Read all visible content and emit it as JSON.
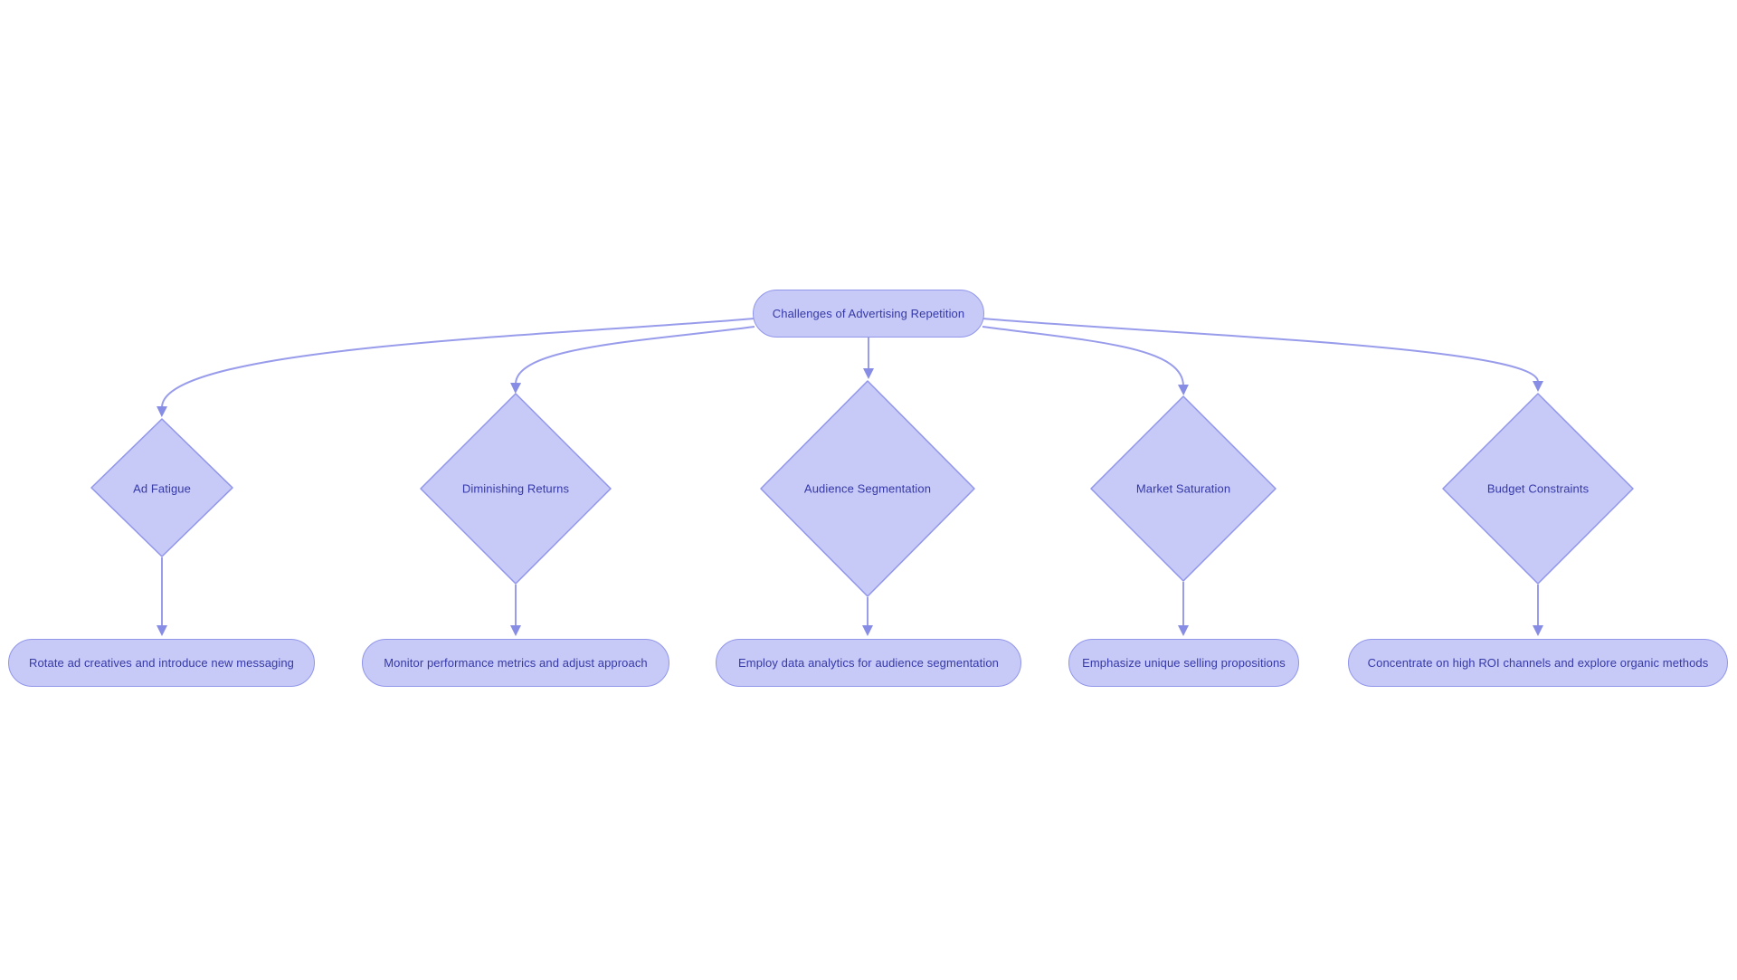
{
  "diagram": {
    "title": "Challenges of Advertising Repetition flowchart",
    "colors": {
      "node_fill": "#c7c9f7",
      "node_border": "#9196ea",
      "node_text": "#3539a8",
      "edge_line": "#989ceb",
      "arrowhead": "#878de4",
      "background": "#ffffff"
    },
    "root": {
      "label": "Challenges of Advertising Repetition"
    },
    "branches": [
      {
        "condition": "Ad Fatigue",
        "action": "Rotate ad creatives and introduce new messaging"
      },
      {
        "condition": "Diminishing Returns",
        "action": "Monitor performance metrics and adjust approach"
      },
      {
        "condition": "Audience Segmentation",
        "action": "Employ data analytics for audience segmentation"
      },
      {
        "condition": "Market Saturation",
        "action": "Emphasize unique selling propositions"
      },
      {
        "condition": "Budget Constraints",
        "action": "Concentrate on high ROI channels and explore organic methods"
      }
    ]
  }
}
